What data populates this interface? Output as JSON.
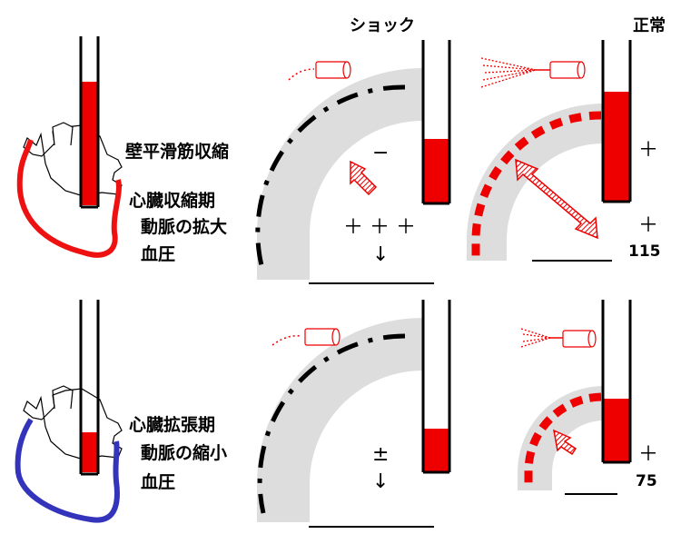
{
  "columns": {
    "shock": "ショック",
    "normal": "正常"
  },
  "systole": {
    "label1": "壁平滑筋収縮",
    "label2": "心臓収縮期",
    "label3": "動脈の拡大",
    "label4": "血圧",
    "shock_minus": "−",
    "shock_plus": "＋ ＋ ＋",
    "shock_arrow": "↓",
    "normal_plus1": "＋",
    "normal_plus2": "＋",
    "normal_value": "115",
    "heart_color": "#ee1111"
  },
  "diastole": {
    "label1": "心臓拡張期",
    "label2": "動脈の縮小",
    "label3": "血圧",
    "shock_pm": "±",
    "shock_arrow": "↓",
    "normal_plus": "＋",
    "normal_value": "75",
    "heart_color": "#3333bb"
  },
  "colors": {
    "blood": "#ee0000",
    "vessel": "#dddddd",
    "ink": "#000000"
  }
}
